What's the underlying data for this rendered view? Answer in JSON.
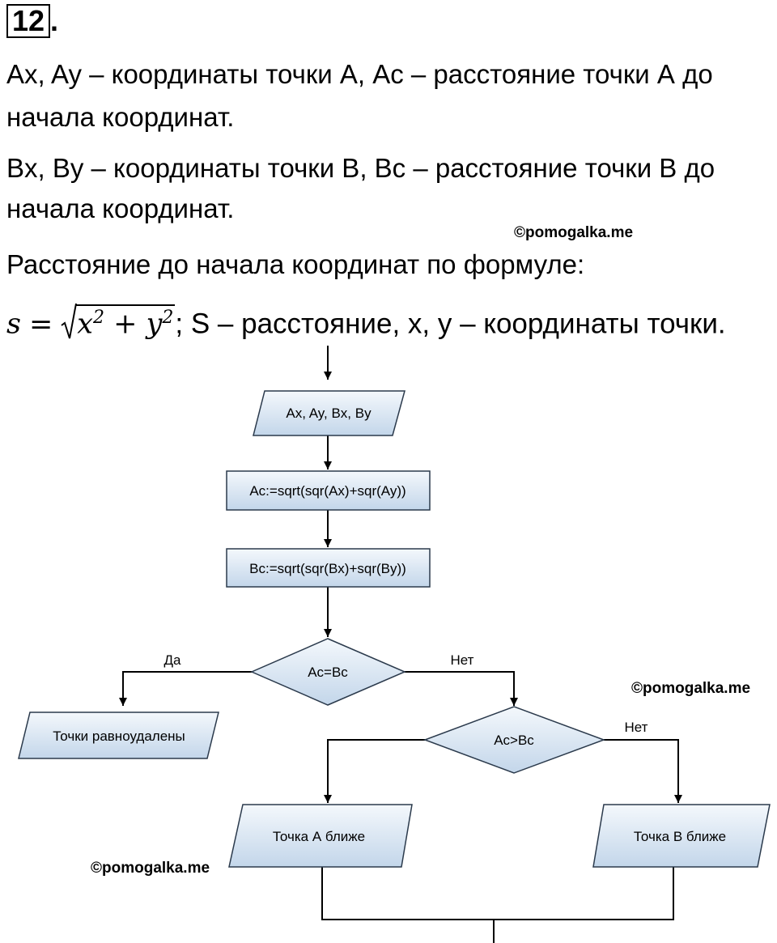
{
  "problem": {
    "number": "12",
    "number_suffix": "."
  },
  "text": {
    "line1": "Ax, Ay – координаты точки А, Ac – расстояние точки А до",
    "line2": "начала координат.",
    "line3": "Bx, By – координаты точки B, Bc – расстояние точки B до",
    "line4": "начала координат.",
    "line5": "Расстояние до начала координат по формуле:"
  },
  "formula": {
    "lhs": "s",
    "equals": "=",
    "x": "x",
    "plus": " + ",
    "y": "y",
    "exp": "2",
    "description": "; S – расстояние, x, y – координаты точки."
  },
  "watermarks": {
    "top": "©pomogalka.me",
    "middle": "©pomogalka.me",
    "bottom": "©pomogalka.me"
  },
  "flowchart": {
    "input": "Ax, Ay, Bx, By",
    "calc_ac": "Ac:=sqrt(sqr(Ax)+sqr(Ay))",
    "calc_bc": "Bc:=sqrt(sqr(Bx)+sqr(By))",
    "decision1": "Ac=Bc",
    "decision1_yes": "Да",
    "decision1_no": "Нет",
    "output_equal": "Точки равноудалены",
    "decision2": "Ac>Bc",
    "decision2_no": "Нет",
    "output_a": "Точка А ближе",
    "output_b": "Точка B ближе"
  },
  "colors": {
    "shape_fill_top": "#f4f8fc",
    "shape_fill_bottom": "#c3d6ea",
    "shape_stroke": "#2b3a4c",
    "line": "#000000"
  }
}
